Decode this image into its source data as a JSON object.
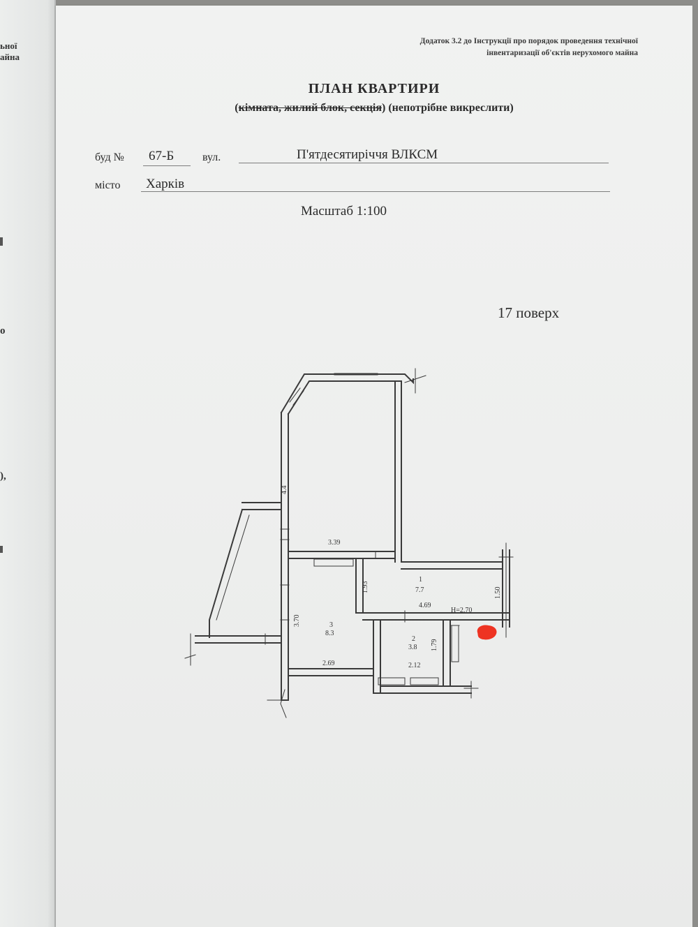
{
  "left_page_fragments": [
    {
      "text": "ьної"
    },
    {
      "text": "айна"
    },
    {
      "text": "о"
    },
    {
      "text": "),"
    }
  ],
  "appendix": {
    "line1": "Додаток 3.2 до Інструкції про порядок проведення технічної",
    "line2": "інвентаризації об'єктів нерухомого майна"
  },
  "title": "ПЛАН КВАРТИРИ",
  "subtitle": {
    "open": "(",
    "struck": "кімната, жилий блок, секція",
    "close": ")",
    "note": "(непотрібне викреслити)"
  },
  "address": {
    "building_label": "буд №",
    "building_value": "67-Б",
    "street_label": "вул.",
    "street_value": "П'ятдесятиріччя ВЛКСМ",
    "city_label": "місто",
    "city_value": "Харків"
  },
  "scale": "Масштаб 1:100",
  "floor": "17 поверх",
  "plan": {
    "labels": {
      "tall_room_height": "4.4",
      "tall_room_width": "3.39",
      "hall_depth": "1.93",
      "room1_no": "1",
      "room1_area": "7.7",
      "hall_length": "4.69",
      "ceiling_height": "Н=2.70",
      "right_depth": "1.50",
      "room3_depth": "3.70",
      "room3_no": "3",
      "room3_area": "8.3",
      "room3_width": "2.69",
      "room2_no": "2",
      "room2_area": "3.8",
      "room2_depth": "1.79",
      "room2_width": "2.12"
    }
  },
  "colors": {
    "marker": "#ee3322",
    "paper": "#eeefee",
    "ink": "#2a2a2a"
  }
}
